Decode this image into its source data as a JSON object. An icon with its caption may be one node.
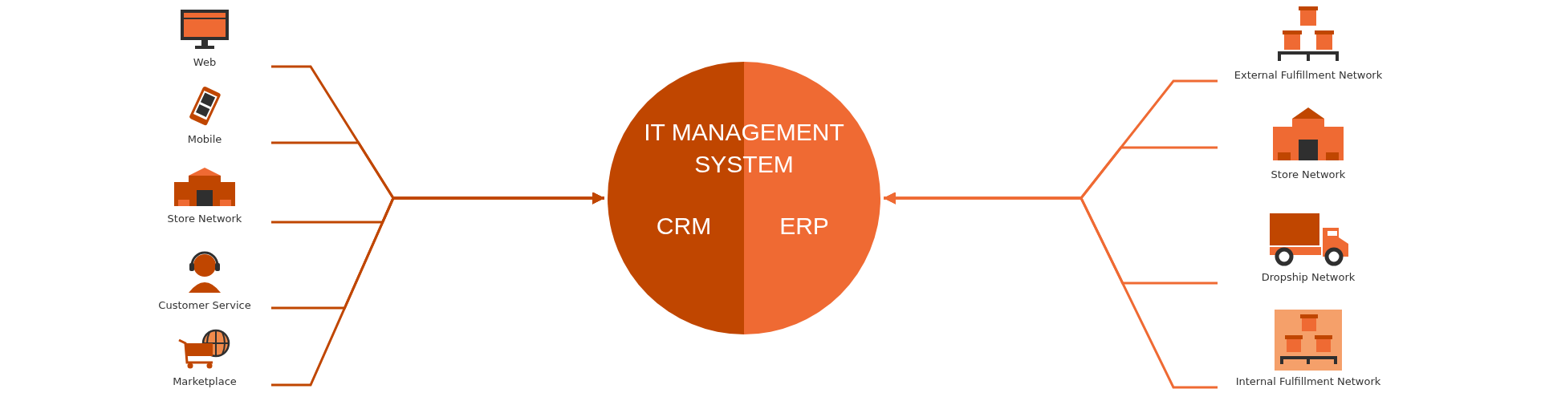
{
  "diagram": {
    "nodes": [
      {
        "text": [
          "IT MANAGEMENT SYSTEM",
          "CRM",
          "ERP"
        ]
      },
      {
        "text": [
          "Web"
        ]
      },
      {
        "text": [
          "Mobile"
        ]
      },
      {
        "text": [
          "Store Network"
        ]
      },
      {
        "text": [
          "Customer Service"
        ]
      },
      {
        "text": [
          "Marketplace"
        ]
      },
      {
        "text": [
          "External Fulfillment Network"
        ]
      },
      {
        "text": [
          "Store Network"
        ]
      },
      {
        "text": [
          "Dropship Network"
        ]
      },
      {
        "text": [
          "Internal Fulfillment Network"
        ]
      }
    ],
    "edges": [
      {
        "from": 1,
        "to": 0,
        "arrow": "to"
      },
      {
        "from": 2,
        "to": 0,
        "arrow": "to"
      },
      {
        "from": 3,
        "to": 0,
        "arrow": "to"
      },
      {
        "from": 4,
        "to": 0,
        "arrow": "to"
      },
      {
        "from": 5,
        "to": 0,
        "arrow": "to"
      },
      {
        "from": 6,
        "to": 0,
        "arrow": "to",
        "color": "#ef6a33"
      },
      {
        "from": 7,
        "to": 0,
        "arrow": "to",
        "color": "#ef6a33"
      },
      {
        "from": 8,
        "to": 0,
        "arrow": "to",
        "color": "#ef6a33"
      },
      {
        "from": 9,
        "to": 0,
        "arrow": "to",
        "color": "#ef6a33"
      }
    ]
  }
}
